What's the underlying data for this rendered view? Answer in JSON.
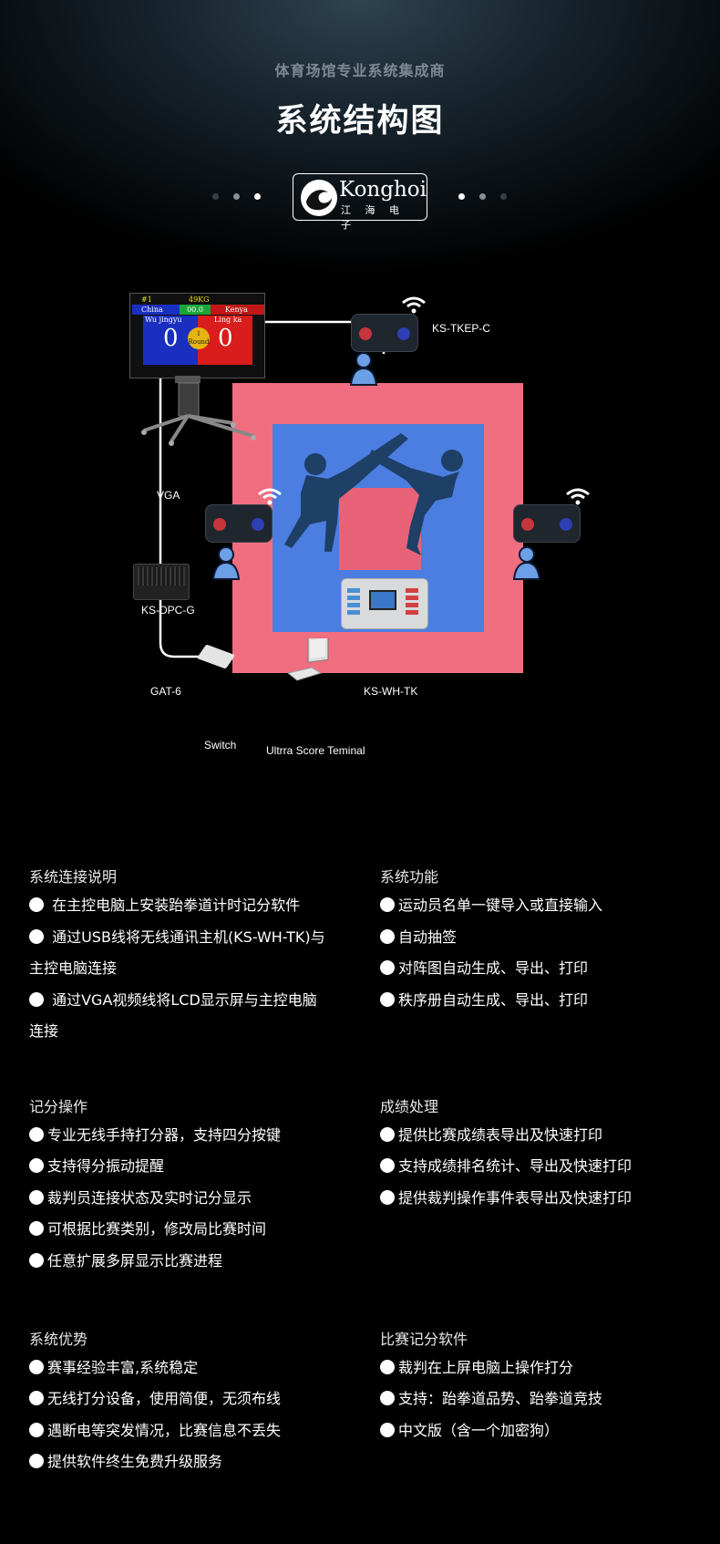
{
  "header": {
    "subtitle": "体育场馆专业系统集成商",
    "title": "系统结构图",
    "logo": {
      "brand": "Konghoi",
      "brand_sub": "江 海 电 子"
    }
  },
  "diagram": {
    "monitor": {
      "match_no": "#1",
      "weight_class": "49KG",
      "timer": "00.0",
      "blue_country": "China",
      "red_country": "Kenya",
      "blue_name": "Wu jingyu",
      "red_name": "Ling ka",
      "blue_score": "0",
      "red_score": "0",
      "round_no": "1",
      "round_label": "Round"
    },
    "labels": {
      "kstkep": "KS-TKEP-C",
      "vga": "VGA",
      "ksdpc": "KS-DPC-G",
      "gat6": "GAT-6",
      "kswh": "KS-WH-TK",
      "switch": "Switch",
      "terminal": "Ultrra Score Teminal"
    }
  },
  "sections": [
    {
      "title": "系统连接说明",
      "items": [
        "在主控电脑上安装跆拳道计时记分软件",
        "通过USB线将无线通讯主机(KS-WH-TK)与",
        "主控电脑连接",
        "通过VGA视频线将LCD显示屏与主控电脑",
        "连接"
      ]
    },
    {
      "title": "系统功能",
      "items": [
        "运动员名单一键导入或直接输入",
        "自动抽签",
        "对阵图自动生成、导出、打印",
        "秩序册自动生成、导出、打印"
      ]
    },
    {
      "title": "记分操作",
      "items": [
        "专业无线手持打分器，支持四分按键",
        "支持得分振动提醒",
        "裁判员连接状态及实时记分显示",
        "可根据比赛类别，修改局比赛时间",
        "任意扩展多屏显示比赛进程"
      ]
    },
    {
      "title": "成绩处理",
      "items": [
        "提供比赛成绩表导出及快速打印",
        "支持成绩排名统计、导出及快速打印",
        "提供裁判操作事件表导出及快速打印"
      ]
    },
    {
      "title": "系统优势",
      "items": [
        "赛事经验丰富,系统稳定",
        "无线打分设备，使用简便，无须布线",
        "遇断电等突发情况，比赛信息不丢失",
        "提供软件终生免费升级服务"
      ]
    },
    {
      "title": "比赛记分软件",
      "items": [
        "裁判在上屏电脑上操作打分",
        "支持：跆拳道品势、跆拳道竞技",
        "中文版（含一个加密狗）"
      ]
    }
  ]
}
